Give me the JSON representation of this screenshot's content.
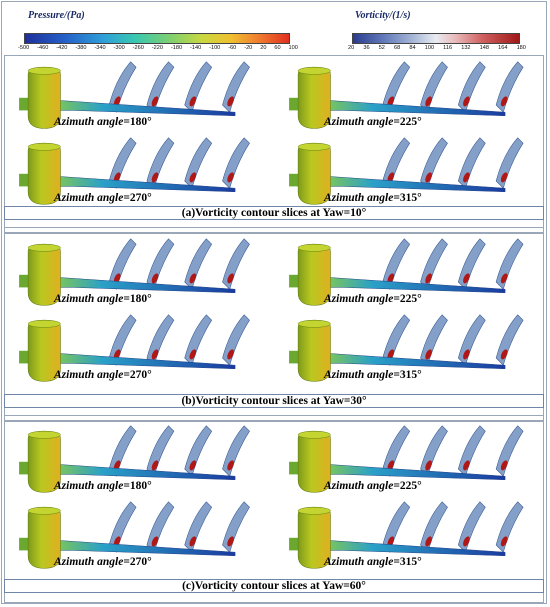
{
  "legend_pressure": {
    "title": "Pressure/(Pa)",
    "ticks": [
      "-500",
      "-460",
      "-420",
      "-380",
      "-340",
      "-300",
      "-260",
      "-220",
      "-180",
      "-140",
      "-100",
      "-60",
      "-20",
      "20",
      "60",
      "100"
    ]
  },
  "legend_vorticity": {
    "title": "Vorticity/(1/s)",
    "ticks": [
      "20",
      "36",
      "52",
      "68",
      "84",
      "100",
      "116",
      "132",
      "148",
      "164",
      "180"
    ]
  },
  "groups": [
    {
      "caption": "(a)Vorticity contour slices at Yaw=10°",
      "panels": [
        {
          "label": "Azimuth angle",
          "value": "=180°"
        },
        {
          "label": "Azimuth angle",
          "value": "=225°"
        },
        {
          "label": "Azimuth angle",
          "value": "=270°"
        },
        {
          "label": "Azimuth angle",
          "value": "=315°"
        }
      ]
    },
    {
      "caption": "(b)Vorticity contour slices at Yaw=30°",
      "panels": [
        {
          "label": "Azimuth angle",
          "value": "=180°"
        },
        {
          "label": "Azimuth angle",
          "value": "=225°"
        },
        {
          "label": "Azimuth angle",
          "value": "=270°"
        },
        {
          "label": "Azimuth angle",
          "value": "=315°"
        }
      ]
    },
    {
      "caption": "(c)Vorticity contour slices at Yaw=60°",
      "panels": [
        {
          "label": "Azimuth angle",
          "value": "=180°"
        },
        {
          "label": "Azimuth angle",
          "value": "=225°"
        },
        {
          "label": "Azimuth angle",
          "value": "=270°"
        },
        {
          "label": "Azimuth angle",
          "value": "=315°"
        }
      ]
    }
  ],
  "colors": {
    "hub": "#b8c820",
    "hub_dark": "#7e9a1a",
    "blade_low": "#1a3aa0",
    "blade_mid": "#2aa0c8",
    "slice": "#7f9bc6",
    "core": "#b01818"
  }
}
